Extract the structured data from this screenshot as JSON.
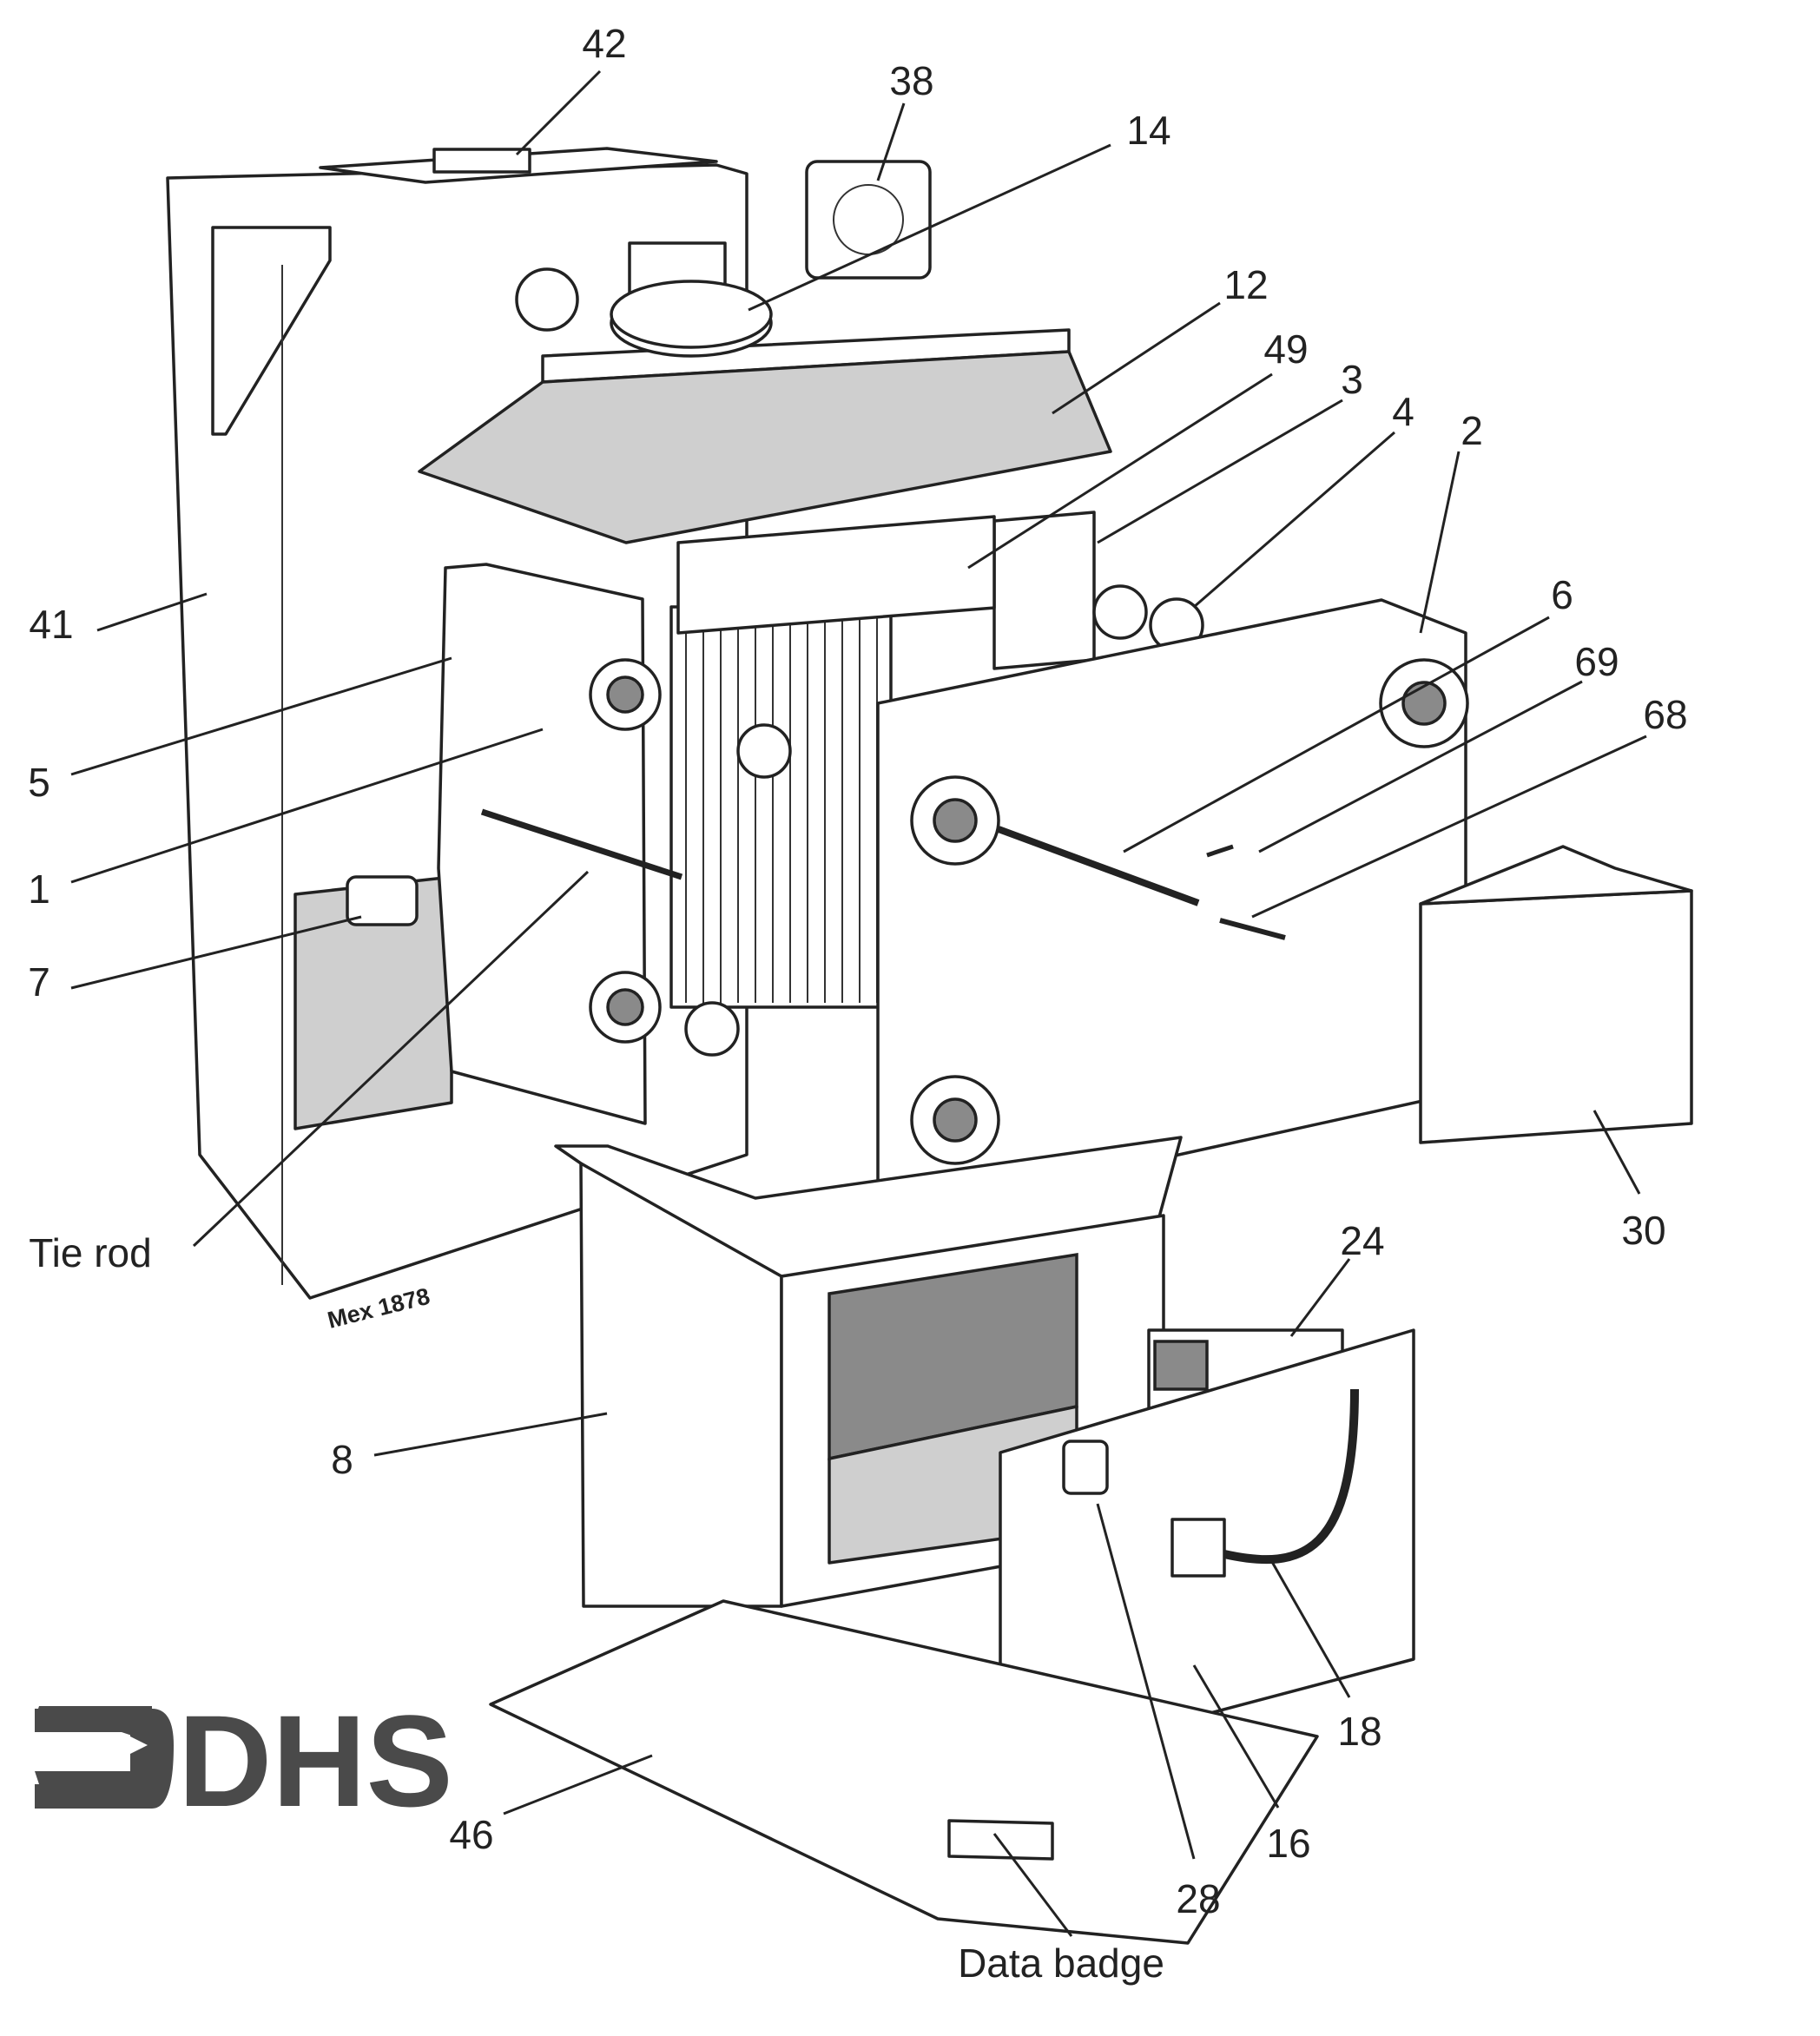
{
  "diagram": {
    "drawing_ref": "Mex 1878",
    "logo_text": "DHS",
    "labels": {
      "p42": "42",
      "p38": "38",
      "p14": "14",
      "p12": "12",
      "p49": "49",
      "p3": "3",
      "p4": "4",
      "p2": "2",
      "p6": "6",
      "p69": "69",
      "p68": "68",
      "p41": "41",
      "p5": "5",
      "p1": "1",
      "p7": "7",
      "tie_rod": "Tie rod",
      "p30": "30",
      "p24": "24",
      "p8": "8",
      "p18": "18",
      "p16": "16",
      "p28": "28",
      "p46": "46",
      "data_badge": "Data badge"
    }
  }
}
